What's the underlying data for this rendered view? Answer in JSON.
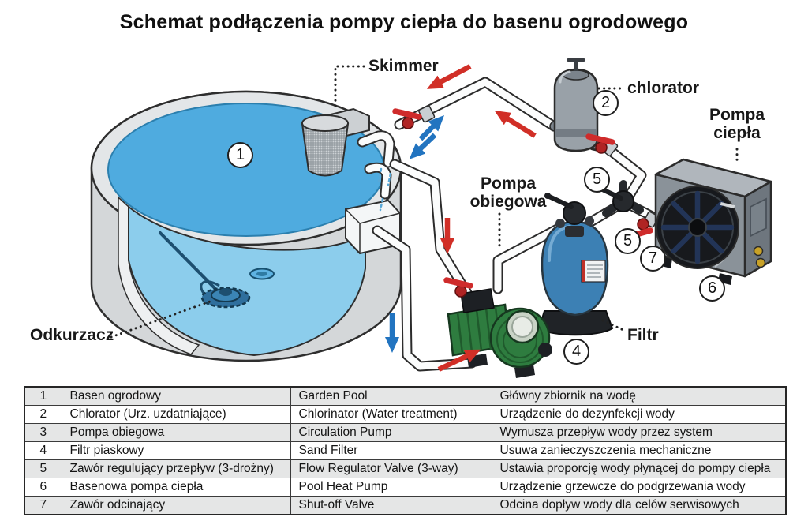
{
  "title": "Schemat podłączenia pompy ciepła do basenu ogrodowego",
  "diagram": {
    "labels": {
      "skimmer": "Skimmer",
      "chlorinator": "chlorator",
      "heat_pump_line1": "Pompa",
      "heat_pump_line2": "ciepła",
      "circulation_pump_line1": "Pompa",
      "circulation_pump_line2": "obiegowa",
      "filter": "Filtr",
      "vacuum": "Odkurzacz"
    },
    "markers": [
      {
        "label": "1"
      },
      {
        "label": "2"
      },
      {
        "label": "4"
      },
      {
        "label": "5"
      },
      {
        "label": "5"
      },
      {
        "label": "6"
      },
      {
        "label": "7"
      }
    ],
    "colors": {
      "water": "#4fabdf",
      "water_section": "#8ccdec",
      "pipe": "#fbfcfc",
      "valve_red": "#cf2b2b",
      "arrow_red": "#d12f27",
      "arrow_blue": "#2274c0",
      "pump_green": "#2e7c3f",
      "filter_blue": "#3c80b4",
      "heatpump_gray": "#8a9299"
    }
  },
  "table": {
    "rows": [
      {
        "num": "1",
        "pl": "Basen ogrodowy",
        "en": "Garden Pool",
        "desc": "Główny zbiornik na wodę"
      },
      {
        "num": "2",
        "pl": "Chlorator (Urz. uzdatniające)",
        "en": "Chlorinator (Water treatment)",
        "desc": "Urządzenie do dezynfekcji wody"
      },
      {
        "num": "3",
        "pl": "Pompa obiegowa",
        "en": "Circulation Pump",
        "desc": "Wymusza przepływ wody przez system"
      },
      {
        "num": "4",
        "pl": "Filtr piaskowy",
        "en": "Sand Filter",
        "desc": "Usuwa zanieczyszczenia mechaniczne"
      },
      {
        "num": "5",
        "pl": "Zawór regulujący przepływ (3-drożny)",
        "en": "Flow Regulator Valve (3-way)",
        "desc": "Ustawia proporcję wody płynącej do pompy ciepła"
      },
      {
        "num": "6",
        "pl": "Basenowa pompa ciepła",
        "en": "Pool Heat Pump",
        "desc": "Urządzenie grzewcze do podgrzewania wody"
      },
      {
        "num": "7",
        "pl": "Zawór odcinający",
        "en": "Shut-off Valve",
        "desc": "Odcina dopływ wody dla celów serwisowych"
      }
    ]
  }
}
